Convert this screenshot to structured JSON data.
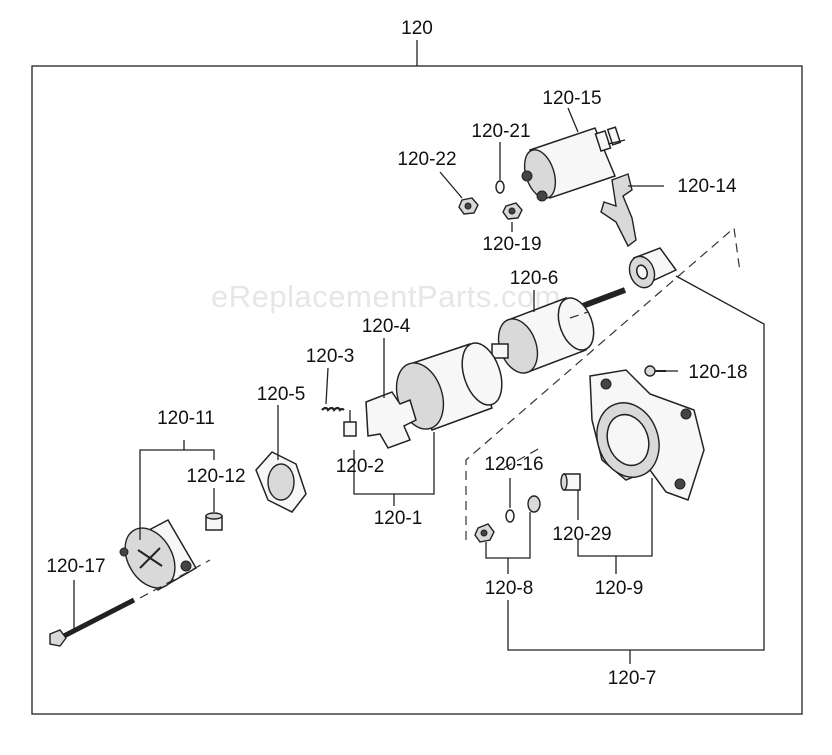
{
  "diagram": {
    "top_label": "120",
    "watermark": "eReplacementParts.com",
    "labels": {
      "p120_15": "120-15",
      "p120_21": "120-21",
      "p120_22": "120-22",
      "p120_14": "120-14",
      "p120_19": "120-19",
      "p120_6": "120-6",
      "p120_4": "120-4",
      "p120_3": "120-3",
      "p120_5": "120-5",
      "p120_18": "120-18",
      "p120_11": "120-11",
      "p120_12": "120-12",
      "p120_2": "120-2",
      "p120_16": "120-16",
      "p120_1": "120-1",
      "p120_29": "120-29",
      "p120_17": "120-17",
      "p120_8": "120-8",
      "p120_9": "120-9",
      "p120_7": "120-7"
    }
  }
}
